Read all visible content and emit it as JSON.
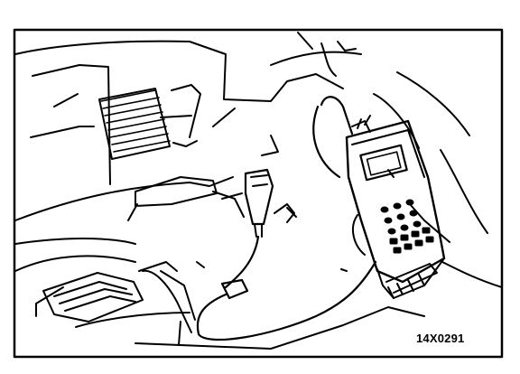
{
  "figure": {
    "code": "14X0291",
    "components": [
      "dashboard-panel",
      "steering-column",
      "brake-pedal",
      "accelerator-pedal",
      "diagnostic-connector",
      "test-lead-cable",
      "handheld-scan-tool"
    ]
  }
}
